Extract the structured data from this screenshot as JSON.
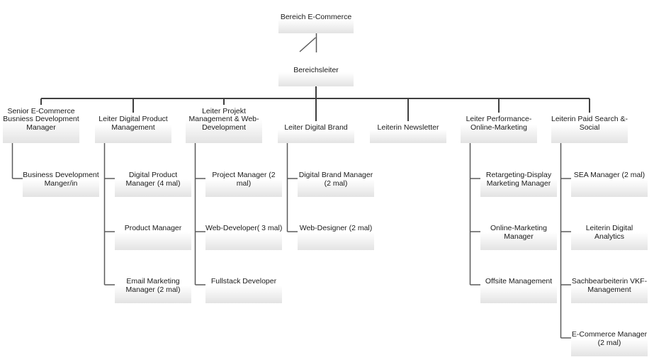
{
  "org": {
    "root": {
      "label": "Bereich E-Commerce"
    },
    "manager": {
      "label": "Bereichsleiter"
    },
    "columns": [
      {
        "label": "Senior E-Commerce\nBusniess Development\nManager",
        "children": [
          {
            "label": "Business Development\nManger/in"
          }
        ]
      },
      {
        "label": "Leiter Digital Product\nManagement",
        "children": [
          {
            "label": "Digital Product\nManager (4 mal)"
          },
          {
            "label": "Product Manager"
          },
          {
            "label": "Email Marketing\nManager (2 mal)"
          }
        ]
      },
      {
        "label": "Leiter Projekt\nManagement & Web-\nDevelopment",
        "children": [
          {
            "label": "Project Manager (2\nmal)"
          },
          {
            "label": "Web-Developer( 3 mal)"
          },
          {
            "label": "Fullstack Developer"
          }
        ]
      },
      {
        "label": "Leiter Digital Brand",
        "children": [
          {
            "label": "Digital Brand Manager\n(2 mal)"
          },
          {
            "label": "Web-Designer (2 mal)"
          }
        ]
      },
      {
        "label": "Leiterin Newsletter",
        "children": []
      },
      {
        "label": "Leiter Performance-\nOnline-Marketing",
        "children": [
          {
            "label": "Retargeting-Display\nMarketing Manager"
          },
          {
            "label": "Online-Marketing\nManager"
          },
          {
            "label": "Offsite Management"
          }
        ]
      },
      {
        "label": "Leiterin Paid Search &-\nSocial",
        "children": [
          {
            "label": "SEA Manager (2 mal)"
          },
          {
            "label": "Leiterin Digital\nAnalytics"
          },
          {
            "label": "Sachbearbeiterin VKF-\nManagement"
          },
          {
            "label": "E-Commerce Manager\n(2 mal)"
          }
        ]
      }
    ],
    "colors": {
      "connector_dark": "#3f3f3f",
      "connector_light": "#5a5a5a",
      "box_gradient_top": "#ffffff",
      "box_gradient_bottom": "#e3e3e3",
      "text": "#1a1a1a",
      "background": "#ffffff"
    }
  }
}
